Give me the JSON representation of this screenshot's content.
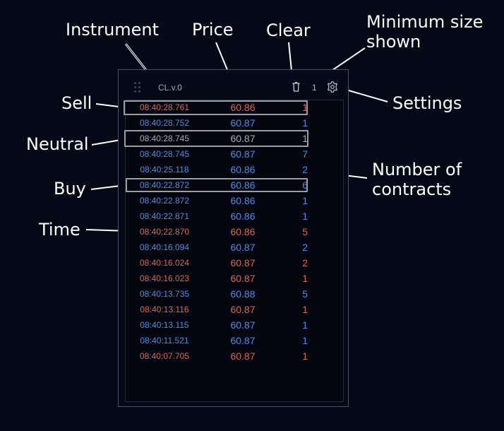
{
  "annotations": {
    "instrument": "Instrument",
    "price": "Price",
    "clear": "Clear",
    "minimum_size_line1": "Minimum size",
    "minimum_size_line2": "shown",
    "settings": "Settings",
    "sell": "Sell",
    "neutral": "Neutral",
    "buy": "Buy",
    "time": "Time",
    "contracts_line1": "Number of",
    "contracts_line2": "contracts"
  },
  "panel": {
    "instrument": "CL.v.0",
    "min_size": "1",
    "icons": {
      "drag": "drag-handle-icon",
      "clear": "trash-icon",
      "settings": "gear-icon"
    }
  },
  "colors": {
    "sell": "#e0645a",
    "buy": "#4a90e2",
    "neutral": "#a9a9b2",
    "background": "#040918",
    "border": "#4b5060"
  },
  "trades": [
    {
      "time": "08:40:28.761",
      "price": "60.86",
      "size": "1",
      "side": "sell"
    },
    {
      "time": "08:40:28.752",
      "price": "60.87",
      "size": "1",
      "side": "buy"
    },
    {
      "time": "08:40:28.745",
      "price": "60.87",
      "size": "1",
      "side": "neutral"
    },
    {
      "time": "08:40:28.745",
      "price": "60.87",
      "size": "7",
      "side": "buy"
    },
    {
      "time": "08:40:25.118",
      "price": "60.86",
      "size": "2",
      "side": "buy"
    },
    {
      "time": "08:40:22.872",
      "price": "60.86",
      "size": "6",
      "side": "buy"
    },
    {
      "time": "08:40:22.872",
      "price": "60.86",
      "size": "1",
      "side": "buy"
    },
    {
      "time": "08:40:22.871",
      "price": "60.86",
      "size": "1",
      "side": "buy"
    },
    {
      "time": "08:40:22.870",
      "price": "60.86",
      "size": "5",
      "side": "sell"
    },
    {
      "time": "08:40:16.094",
      "price": "60.87",
      "size": "2",
      "side": "buy"
    },
    {
      "time": "08:40:16.024",
      "price": "60.87",
      "size": "2",
      "side": "sell"
    },
    {
      "time": "08:40:16.023",
      "price": "60.87",
      "size": "1",
      "side": "sell"
    },
    {
      "time": "08:40:13.735",
      "price": "60.88",
      "size": "5",
      "side": "buy"
    },
    {
      "time": "08:40:13.116",
      "price": "60.87",
      "size": "1",
      "side": "sell"
    },
    {
      "time": "08:40:13.115",
      "price": "60.87",
      "size": "1",
      "side": "buy"
    },
    {
      "time": "08:40:11.521",
      "price": "60.87",
      "size": "1",
      "side": "buy"
    },
    {
      "time": "08:40:07.705",
      "price": "60.87",
      "size": "1",
      "side": "sell"
    }
  ]
}
